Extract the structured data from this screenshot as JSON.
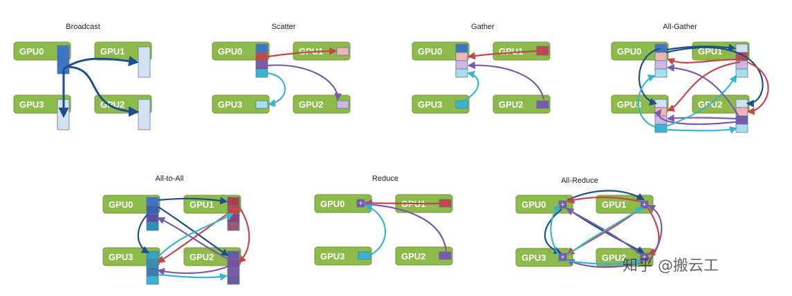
{
  "colors": {
    "gpu_fill": "#8dba4b",
    "gpu_stroke": "#6f9a35",
    "blue": "#3d75c0",
    "red": "#c1474a",
    "purple": "#7b5ba7",
    "cyan": "#38b4cf",
    "navy": "#1c4f8c",
    "light": "#c9daf0"
  },
  "panels": [
    {
      "id": "broadcast",
      "title": "Broadcast",
      "gpus": [
        "GPU0",
        "GPU1",
        "GPU3",
        "GPU2"
      ]
    },
    {
      "id": "scatter",
      "title": "Scatter",
      "gpus": [
        "GPU0",
        "GPU1",
        "GPU3",
        "GPU2"
      ]
    },
    {
      "id": "gather",
      "title": "Gather",
      "gpus": [
        "GPU0",
        "GPU1",
        "GPU3",
        "GPU2"
      ]
    },
    {
      "id": "allgather",
      "title": "All-Gather",
      "gpus": [
        "GPU0",
        "GPU1",
        "GPU3",
        "GPU2"
      ]
    },
    {
      "id": "alltoall",
      "title": "All-to-All",
      "gpus": [
        "GPU0",
        "GPU1",
        "GPU3",
        "GPU2"
      ]
    },
    {
      "id": "reduce",
      "title": "Reduce",
      "gpus": [
        "GPU0",
        "GPU1",
        "GPU3",
        "GPU2"
      ]
    },
    {
      "id": "allreduce",
      "title": "All-Reduce",
      "gpus": [
        "GPU0",
        "GPU1",
        "GPU3",
        "GPU2"
      ]
    }
  ],
  "watermark": "知乎 @搬云工"
}
